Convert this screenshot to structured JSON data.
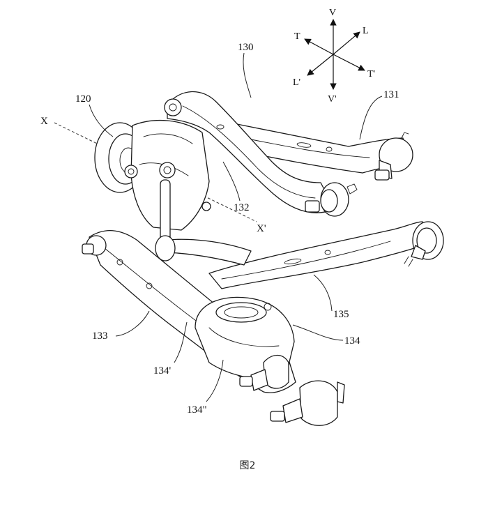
{
  "compass": {
    "v": "V",
    "v_prime": "V'",
    "l": "L",
    "l_prime": "L'",
    "t": "T",
    "t_prime": "T'"
  },
  "axis": {
    "x": "X",
    "x_prime": "X'"
  },
  "labels": {
    "l120": "120",
    "l130": "130",
    "l131": "131",
    "l132": "132",
    "l133": "133",
    "l134": "134",
    "l134_prime": "134'",
    "l134_dprime": "134\"",
    "l135": "135"
  },
  "caption": "图2"
}
